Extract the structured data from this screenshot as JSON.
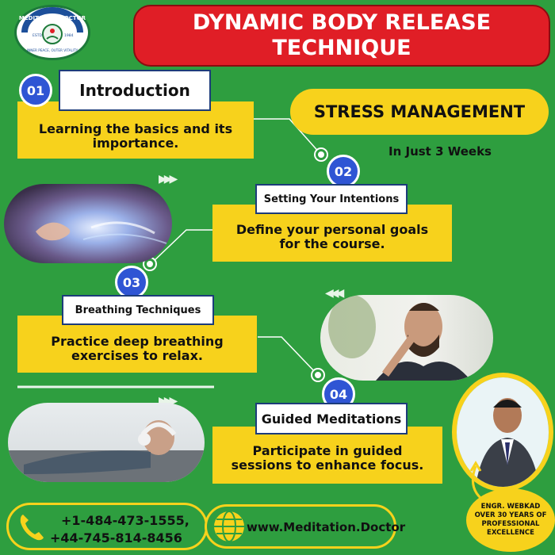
{
  "header": {
    "title_line1": "DYNAMIC BODY RELEASE",
    "title_line2": "TECHNIQUE"
  },
  "logo": {
    "name": "MEDITATION.DOCTOR",
    "estd": "ESTD.",
    "year": "1984",
    "tagline": "INNER PEACE, OUTER VITALITY"
  },
  "badge": {
    "title": "STRESS MANAGEMENT",
    "subtitle": "In Just 3 Weeks"
  },
  "steps": [
    {
      "number": "01",
      "title": "Introduction",
      "desc_line1": "Learning the basics and its",
      "desc_line2": "importance."
    },
    {
      "number": "02",
      "title": "Setting Your Intentions",
      "desc_line1": "Define your personal goals",
      "desc_line2": "for the course."
    },
    {
      "number": "03",
      "title": "Breathing Techniques",
      "desc_line1": "Practice deep breathing",
      "desc_line2": "exercises to relax."
    },
    {
      "number": "04",
      "title": "Guided Meditations",
      "desc_line1": "Participate in guided",
      "desc_line2": "sessions to enhance focus."
    }
  ],
  "contact": {
    "phone1": "+1-484-473-1555,",
    "phone2": "+44-745-814-8456",
    "website": "www.Meditation.Doctor"
  },
  "author": {
    "line1": "ENGR. WEBKAD",
    "line2": "OVER 30 YEARS OF",
    "line3": "PROFESSIONAL",
    "line4": "EXCELLENCE"
  },
  "colors": {
    "background": "#2e9e3f",
    "header_red": "#e01e26",
    "yellow": "#f7d21c",
    "badge_blue": "#2f55d4"
  },
  "icons": {
    "phone": "phone-icon",
    "globe": "globe-icon"
  }
}
